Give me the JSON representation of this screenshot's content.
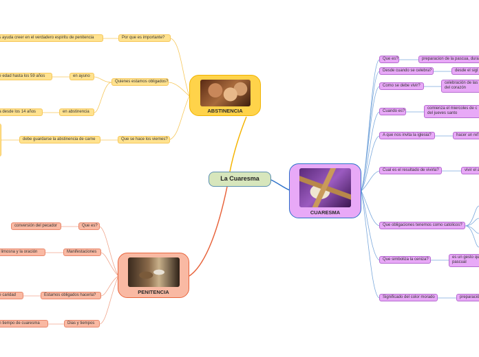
{
  "center": {
    "title": "La Cuaresma"
  },
  "branches": {
    "abstinencia": {
      "title": "ABSTINENCIA",
      "color": "#f5b400",
      "items": [
        {
          "q": "Por que es importante?",
          "a": "os ayuda creer en el verdadero espiritu de penitencia"
        },
        {
          "q": "Quienes estamos obligados?",
          "sub": [
            {
              "q": "en ayuno",
              "a": "de edad hasta los 59 años"
            },
            {
              "q": "en abstinencia",
              "a": "ga desde los 14 años"
            }
          ]
        },
        {
          "q": "Que se hace los viernes?",
          "a": "debe guardarse la abstinencia de carne"
        }
      ]
    },
    "penitencia": {
      "title": "PENITENCIA",
      "color": "#e8643c",
      "items": [
        {
          "q": "Que es?",
          "a": "conversión del pecador"
        },
        {
          "q": "Manifestaciones",
          "a": "la limosna y la oración"
        },
        {
          "q": "Estamos obligados hacerla?",
          "a": "de caridad"
        },
        {
          "q": "Dias y tiempos",
          "a": "en tiempo de cuaresma"
        }
      ]
    },
    "cuaresma": {
      "title": "CUARESMA",
      "color": "#2a6fc9",
      "items": [
        {
          "q": "Que es?",
          "a": "preparacion de la pascua, dura"
        },
        {
          "q": "Desde cuando se celebra?",
          "a": "desde el sigl"
        },
        {
          "q": "Como se debe vivir?",
          "a": "celebración de las del corazón"
        },
        {
          "q": "Cuando es?",
          "a": "comienza el miercoles de c del jueves santo"
        },
        {
          "q": "A que nos invita la iglesia?",
          "a": "hacer un ref"
        },
        {
          "q": "Cual es el resultado de vivirla?",
          "a": "vivir el a"
        },
        {
          "q": "Que obligaciones tenemos como catolicos?",
          "a": ""
        },
        {
          "q": "Que simboliza la ceniza?",
          "a": "es un gesto qu pascual"
        },
        {
          "q": "Significado del color morado",
          "a": "preparació"
        }
      ]
    }
  }
}
